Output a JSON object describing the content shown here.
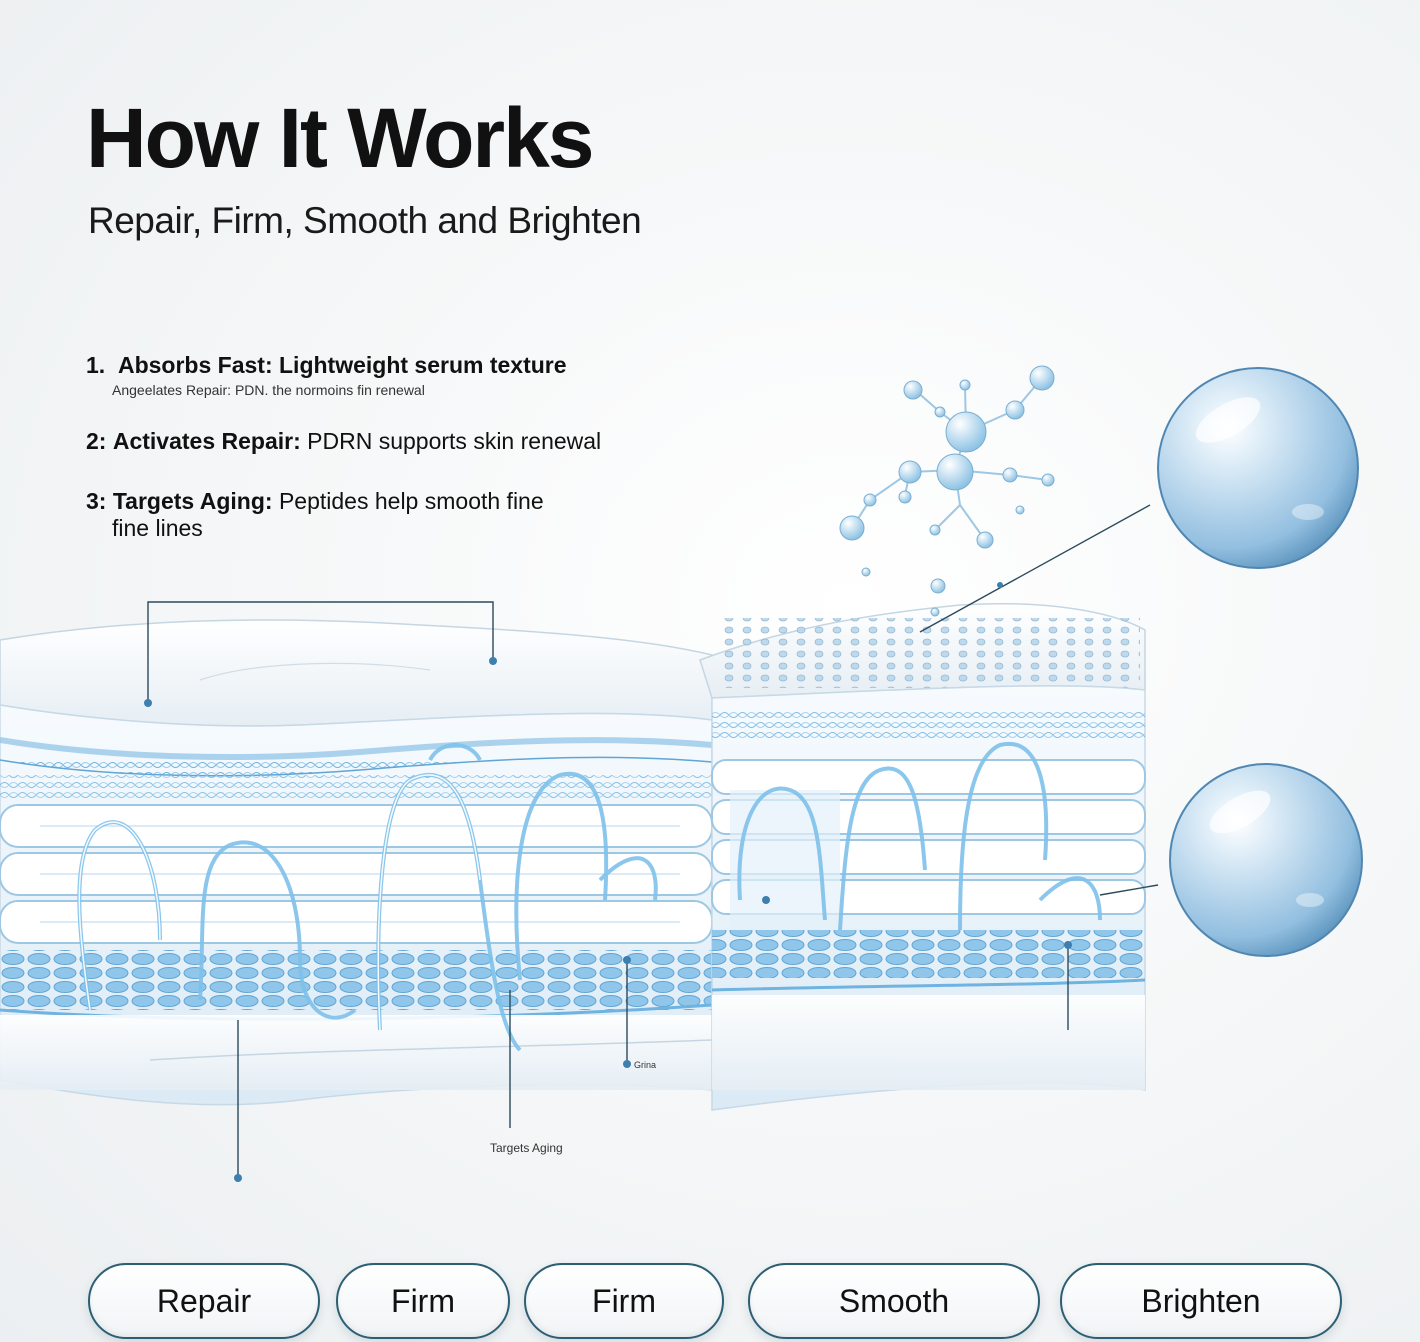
{
  "header": {
    "title": "How It Works",
    "subtitle": "Repair, Firm, Smooth and Brighten"
  },
  "steps": [
    {
      "num": "1.",
      "head": "Absorbs Fast:",
      "text": "Lightweight serum texture",
      "note": "Angeelates Repair: PDN. the normoins fin renewal"
    },
    {
      "num": "2:",
      "head": "Activates Repair:",
      "text": "PDRN supports skin renewal"
    },
    {
      "num": "3:",
      "head": "Targets Aging:",
      "text": "Peptides help smooth fine",
      "text_cont": "fine lines"
    }
  ],
  "diagram": {
    "label_aging": "Targets Aging",
    "label_tiny": "Grina"
  },
  "pills": [
    "Repair",
    "Firm",
    "Firm",
    "Smooth",
    "Brighten"
  ],
  "colors": {
    "accent": "#2c5f73",
    "layer_blue": "#6fb3e0",
    "skin_light": "#e3f1fb",
    "droplet": "#a9cfe9"
  }
}
